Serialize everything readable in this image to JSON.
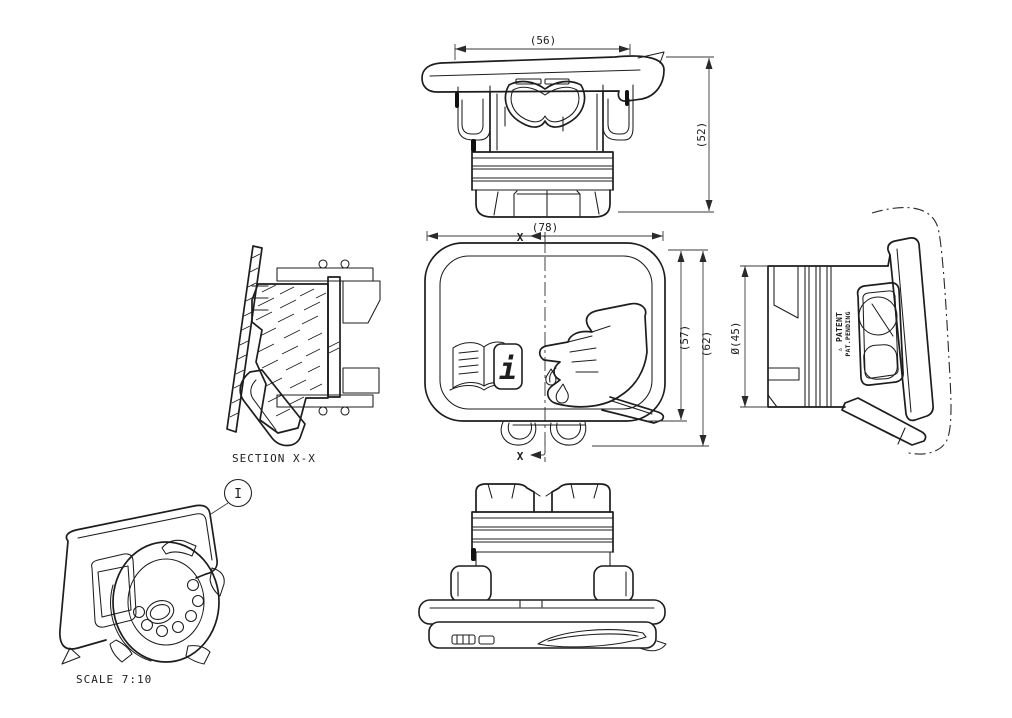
{
  "drawing": {
    "background": "#ffffff",
    "line_color": "#1d1d1d",
    "views": {
      "top_elevation": {
        "dim_width": "(56)",
        "dim_height": "(52)"
      },
      "front": {
        "dim_width": "(78)",
        "dim_height_body": "(57)",
        "dim_height_overall": "(62)",
        "section_plane_label_top": "X",
        "section_plane_label_bottom": "X",
        "info_symbol": "i"
      },
      "right_side": {
        "dim_diameter": "Ø(45)",
        "marking_line1": "▵ PATENT",
        "marking_line2": "PAT.PENDING"
      },
      "section_xx": {
        "caption": "SECTION  X-X"
      },
      "isometric_rear": {
        "balloon_label": "I",
        "caption": "SCALE  7:10"
      }
    }
  }
}
